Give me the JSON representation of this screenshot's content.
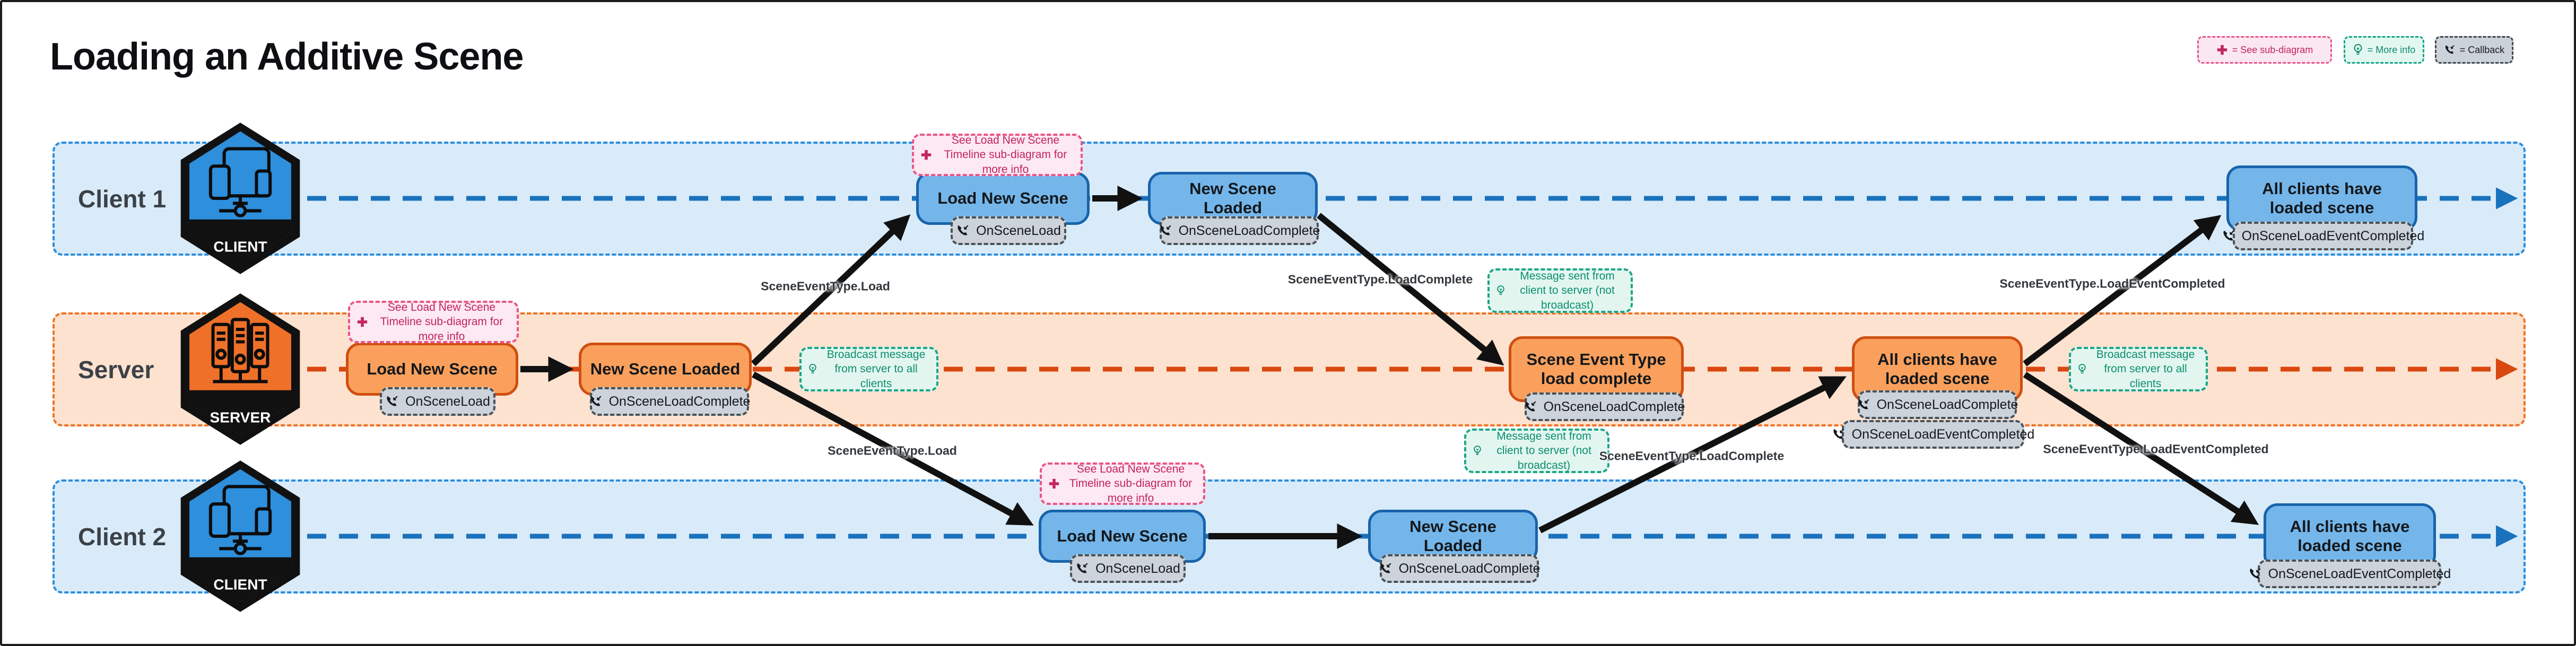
{
  "title": "Loading an Additive Scene",
  "legend": {
    "sub_diagram": "= See sub-diagram",
    "more_info": "= More info",
    "callback": "= Callback"
  },
  "lanes": [
    {
      "label": "Client 1",
      "hex_badge": "CLIENT"
    },
    {
      "label": "Server",
      "hex_badge": "SERVER"
    },
    {
      "label": "Client 2",
      "hex_badge": "CLIENT"
    }
  ],
  "nodes": [
    {
      "lane": "client1",
      "label": "Load New Scene",
      "callbacks": [
        "OnSceneLoad"
      ]
    },
    {
      "lane": "client1",
      "label": "New Scene Loaded",
      "callbacks": [
        "OnSceneLoadComplete"
      ]
    },
    {
      "lane": "client1",
      "label": "All clients have loaded scene",
      "callbacks": [
        "OnSceneLoadEventCompleted"
      ]
    },
    {
      "lane": "server",
      "label": "Load New Scene",
      "callbacks": [
        "OnSceneLoad"
      ]
    },
    {
      "lane": "server",
      "label": "New Scene Loaded",
      "callbacks": [
        "OnSceneLoadComplete"
      ]
    },
    {
      "lane": "server",
      "label": "Scene Event Type load complete",
      "callbacks": [
        "OnSceneLoadComplete"
      ]
    },
    {
      "lane": "server",
      "label": "All clients have loaded scene",
      "callbacks": [
        "OnSceneLoadComplete",
        "OnSceneLoadEventCompleted"
      ]
    },
    {
      "lane": "client2",
      "label": "Load New Scene",
      "callbacks": [
        "OnSceneLoad"
      ]
    },
    {
      "lane": "client2",
      "label": "New Scene Loaded",
      "callbacks": [
        "OnSceneLoadComplete"
      ]
    },
    {
      "lane": "client2",
      "label": "All clients have loaded scene",
      "callbacks": [
        "OnSceneLoadEventCompleted"
      ]
    }
  ],
  "annotations": [
    {
      "type": "sub-diagram",
      "text": "See Load New Scene Timeline sub-diagram for more info"
    },
    {
      "type": "sub-diagram",
      "text": "See Load New Scene Timeline sub-diagram for more info"
    },
    {
      "type": "sub-diagram",
      "text": "See Load New Scene Timeline sub-diagram for more info"
    },
    {
      "type": "info",
      "text": "Broadcast message from server to all clients"
    },
    {
      "type": "info",
      "text": "Message sent from client to server (not broadcast)"
    },
    {
      "type": "info",
      "text": "Message sent from client to server (not broadcast)"
    },
    {
      "type": "info",
      "text": "Broadcast message from server to all clients"
    }
  ],
  "edge_labels": [
    "SceneEventType.Load",
    "SceneEventType.LoadComplete",
    "SceneEventType.LoadEventCompleted",
    "SceneEventType.Load",
    "SceneEventType.LoadComplete",
    "SceneEventType.LoadEventCompleted"
  ],
  "colors": {
    "accent_blue": "#1971c2",
    "node_blue": "#74b6ea",
    "lane_blue_bg": "#d9ebf9",
    "accent_orange": "#e8590c",
    "node_orange": "#faa05c",
    "lane_orange_bg": "#fde2d0",
    "pink": "#d6336c",
    "teal": "#0ca678",
    "badge_gray": "#ccd3da",
    "black": "#111111"
  }
}
